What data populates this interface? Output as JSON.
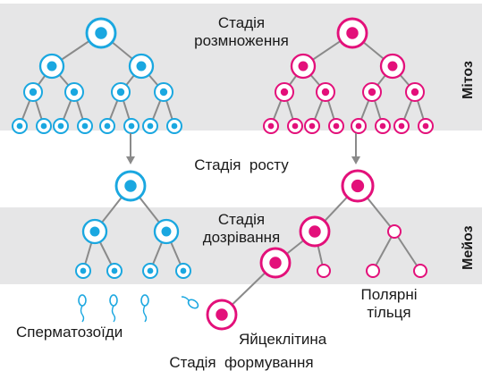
{
  "labels": {
    "stage_breeding_line1": "Стадія",
    "stage_breeding_line2": "розмноження",
    "stage_growth": "Стадія  росту",
    "stage_maturation_line1": "Стадія",
    "stage_maturation_line2": "дозрівання",
    "stage_formation": "Стадія  формування",
    "mitosis": "Мітоз",
    "meiosis": "Мейоз",
    "spermatozoa": "Сперматозоїди",
    "egg_cell": "Яйцеклітина",
    "polar_bodies_line1": "Полярні",
    "polar_bodies_line2": "тільця"
  },
  "colors": {
    "male": "#1aa7e0",
    "female": "#e3107a",
    "band": "#e6e6e7",
    "line": "#8a8a8a",
    "text": "#1a1a1a"
  }
}
